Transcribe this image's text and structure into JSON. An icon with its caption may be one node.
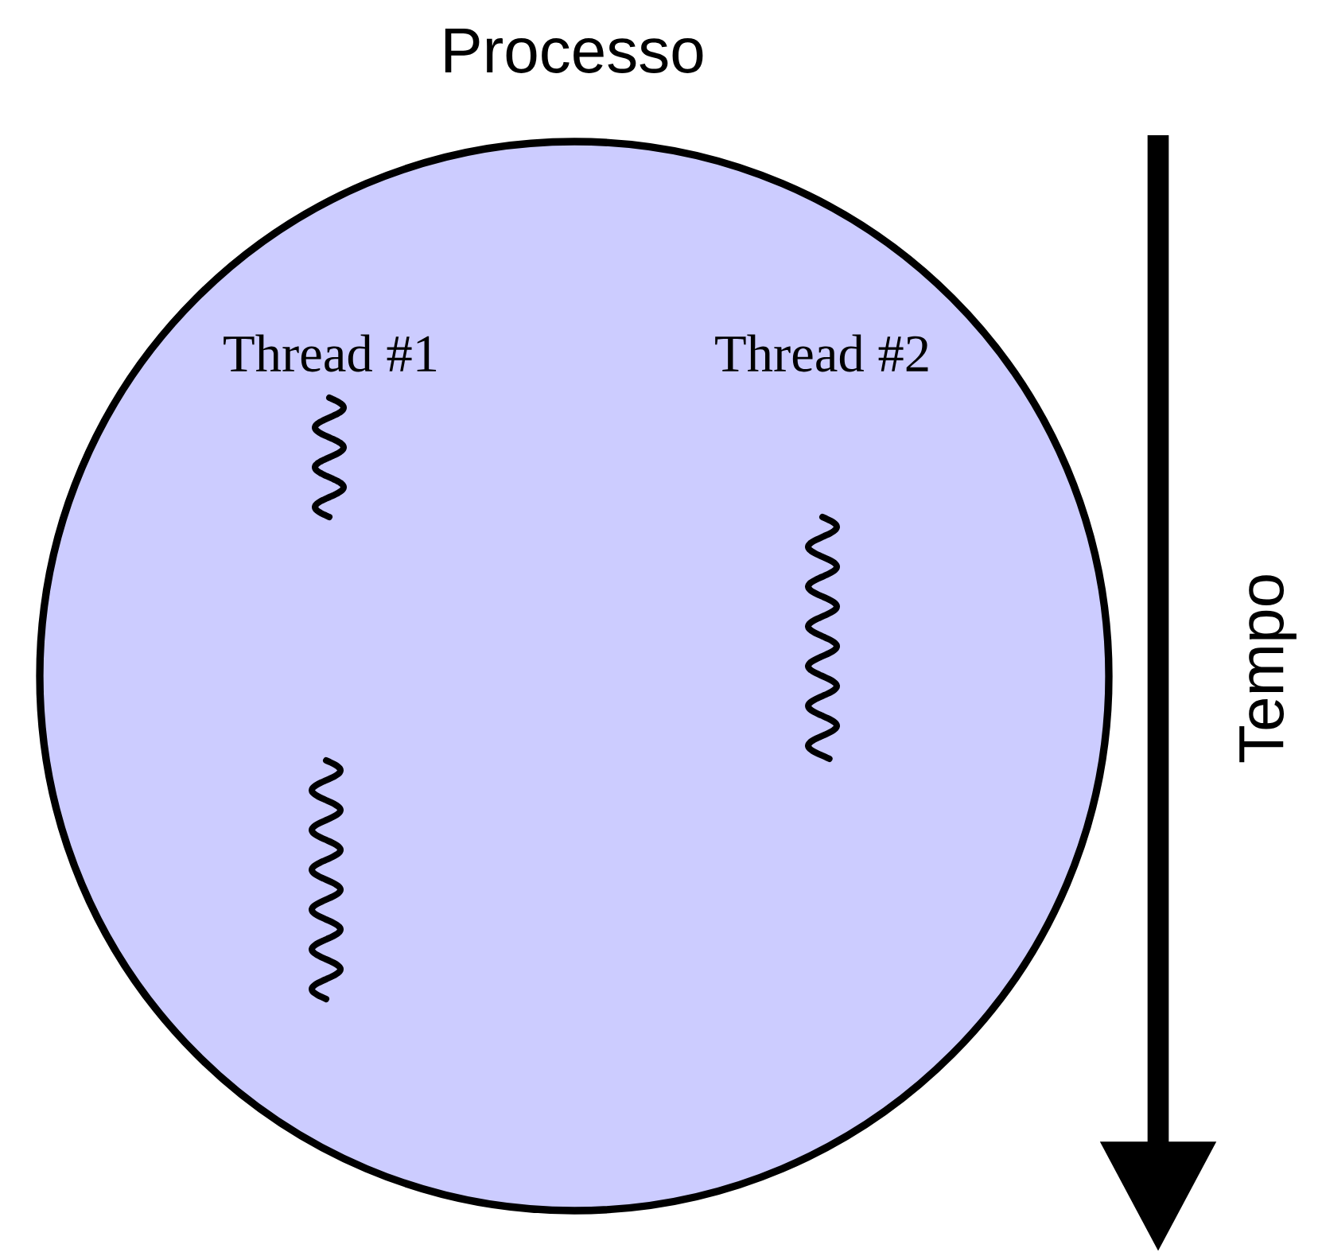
{
  "diagram": {
    "nodes": [
      {
        "text": [
          "Processo"
        ]
      }
    ],
    "labels": [
      "Thread #1",
      "Thread #2",
      "Tempo"
    ]
  }
}
